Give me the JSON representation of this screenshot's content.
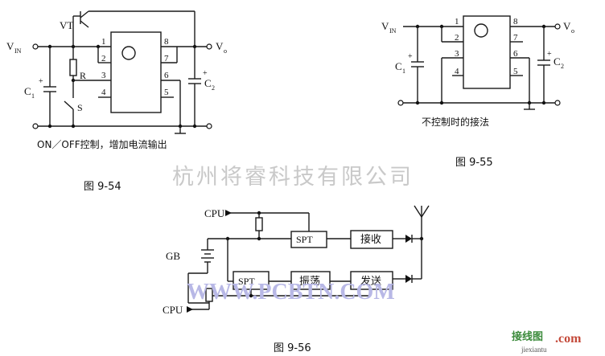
{
  "fig54": {
    "caption": "图 9-54",
    "subtitle": "ON／OFF控制，增加电流输出",
    "vin": "V",
    "vin_sub": "IN",
    "vo": "V",
    "vo_sub": "o",
    "vt": "VT",
    "r": "R",
    "s": "S",
    "c1": "C",
    "c1_sub": "1",
    "c2": "C",
    "c2_sub": "2",
    "plus": "+",
    "pins": [
      "1",
      "2",
      "3",
      "4",
      "8",
      "7",
      "6",
      "5"
    ]
  },
  "fig55": {
    "caption": "图 9-55",
    "subtitle": "不控制时的接法",
    "vin": "V",
    "vin_sub": "IN",
    "vo": "V",
    "vo_sub": "o",
    "c1": "C",
    "c1_sub": "1",
    "c2": "C",
    "c2_sub": "2",
    "plus": "+",
    "pins": [
      "1",
      "2",
      "3",
      "4",
      "8",
      "7",
      "6",
      "5"
    ]
  },
  "fig56": {
    "caption": "图 9-56",
    "cpu_top": "CPU",
    "cpu_bottom": "CPU",
    "gb": "GB",
    "spt_top": "SPT",
    "spt_bottom": "SPT",
    "receive": "接收",
    "oscillate": "振荡",
    "transmit": "发送"
  },
  "watermarks": {
    "company": "杭州将睿科技有限公司",
    "pcbtn": "WWW.PCBTN.COM",
    "site_cn": "接线图",
    "site_com": ".com",
    "site_url": "jiexiantu"
  }
}
